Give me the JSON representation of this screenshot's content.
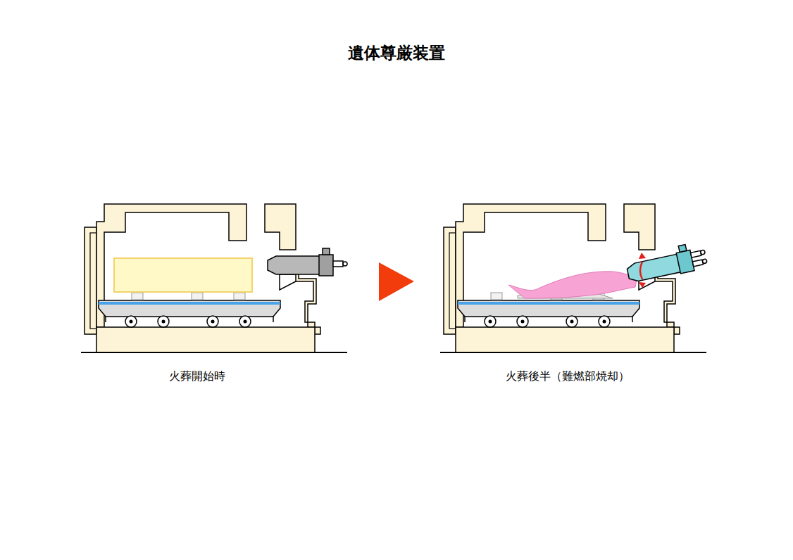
{
  "diagram": {
    "title": "遺体尊厳装置",
    "labels": [
      "火葬開始時",
      "火葬後半（難燃部焼却）"
    ]
  }
}
